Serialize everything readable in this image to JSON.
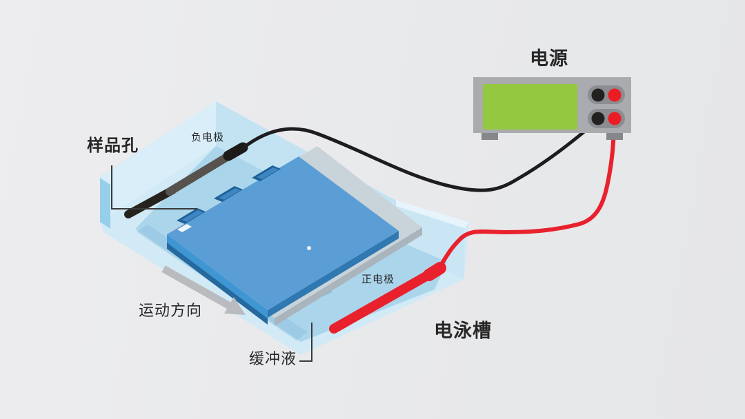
{
  "diagram": {
    "subject": "gel-electrophoresis-setup",
    "labels": {
      "power_supply": "电源",
      "sample_wells": "样品孔",
      "negative_electrode": "负电极",
      "positive_electrode": "正电极",
      "movement_direction": "运动方向",
      "buffer_solution": "缓冲液",
      "electrophoresis_tank": "电泳槽"
    },
    "colors": {
      "background": "#e8e9eb",
      "tank_wall_light": "#daeef9",
      "tank_wall_shade": "#c3e3f3",
      "tank_interior_liquid": "#a9d4ea",
      "gel_blue": "#5b9ed5",
      "gel_edge_bright": "#3e96d2",
      "well_blue_dark": "#1e6097",
      "platform_gray": "#c9d3da",
      "electrode_negative": "#26231f",
      "electrode_negative_upper": "#57524d",
      "electrode_positive": "#e8212d",
      "wire_black": "#1d1d1f",
      "wire_red": "#e8212d",
      "psu_body": "#a9abae",
      "psu_screen_green": "#93c840",
      "psu_port_pill": "#8b8d90",
      "psu_port_black": "#232020",
      "psu_port_red": "#ec1c24",
      "arrow_gray": "#b9bbbe",
      "label_text": "#272727",
      "leader_line": "#3a3a3a"
    }
  }
}
